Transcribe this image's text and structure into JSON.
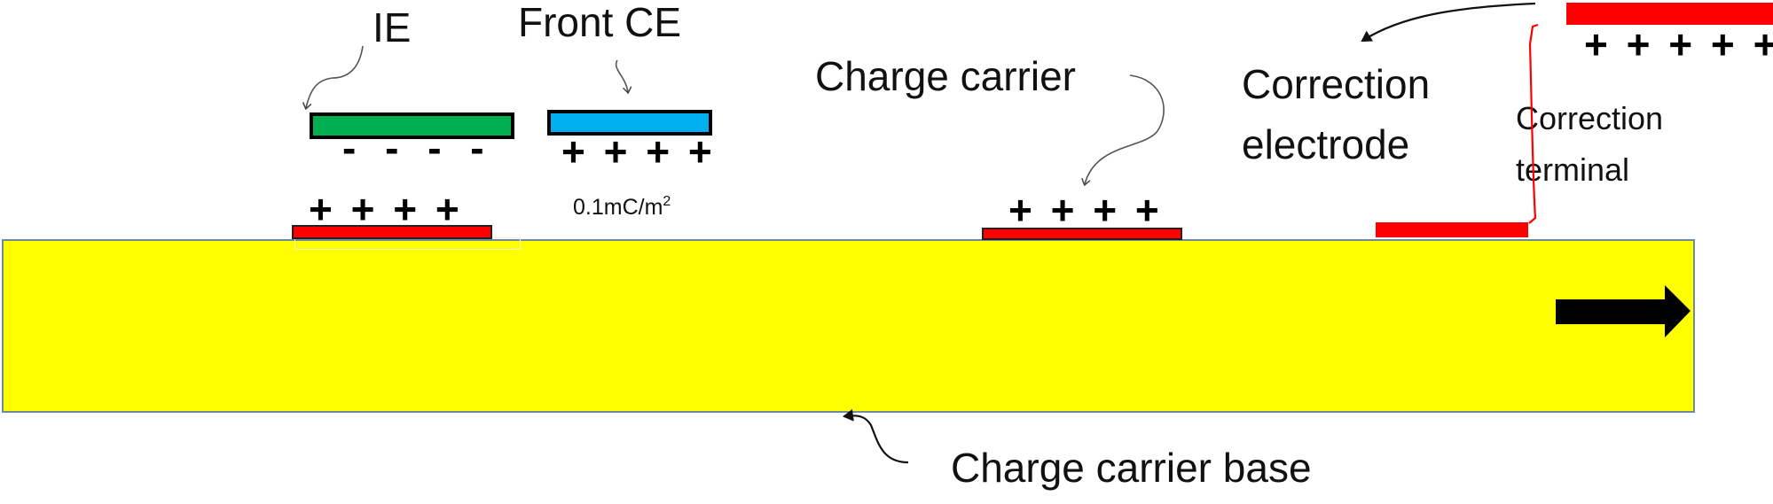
{
  "diagram": {
    "title": "Charge carrier with correction electrode",
    "colors": {
      "base": "#ffff00",
      "ie_plate": "#00b050",
      "front_ce_plate": "#00b0f0",
      "charge_carrier": "#ff0000",
      "correction_electrode": "#ff0000",
      "terminal_wire": "#ff0000",
      "motion_arrow": "#000000"
    },
    "labels": {
      "ie": "IE",
      "front_ce": "Front CE",
      "charge_density": "0.1mC/m",
      "charge_density_exp": "2",
      "charge_carrier": "Charge carrier",
      "correction_electrode_line1": "Correction",
      "correction_electrode_line2": "electrode",
      "correction_terminal_line1": "Correction",
      "correction_terminal_line2": "terminal",
      "charge_carrier_base": "Charge carrier base"
    },
    "charges": {
      "ie_negative": "- - - -",
      "carrier1_positive": "+ + + +",
      "front_ce_positive": "+ + + +",
      "carrier2_positive": "+ + + +",
      "correction_positive": "+ + + + +"
    },
    "icons": {
      "motion": "right-arrow-icon"
    }
  }
}
